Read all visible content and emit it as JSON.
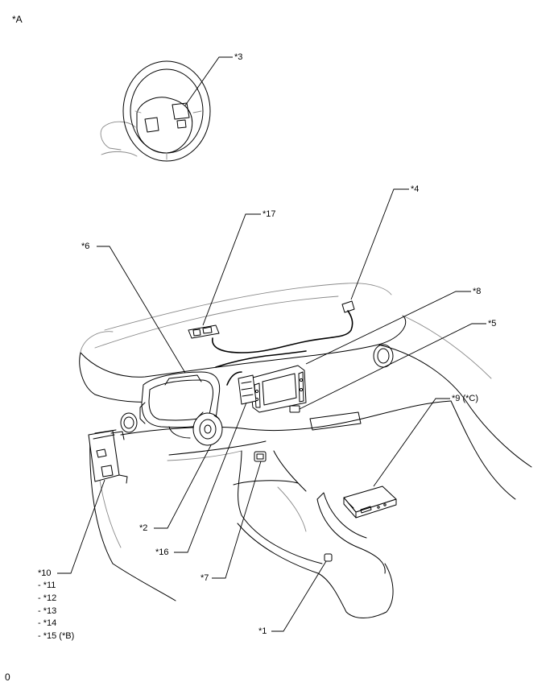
{
  "figure": {
    "view_label": "*A",
    "footer_code": "0",
    "callouts": [
      {
        "id": "c3",
        "text": "*3"
      },
      {
        "id": "c4",
        "text": "*4"
      },
      {
        "id": "c17",
        "text": "*17"
      },
      {
        "id": "c6",
        "text": "*6"
      },
      {
        "id": "c8",
        "text": "*8"
      },
      {
        "id": "c5",
        "text": "*5"
      },
      {
        "id": "c9",
        "text": "*9 (*C)"
      },
      {
        "id": "c2",
        "text": "*2"
      },
      {
        "id": "c16",
        "text": "*16"
      },
      {
        "id": "c7",
        "text": "*7"
      },
      {
        "id": "c1",
        "text": "*1"
      },
      {
        "id": "c10",
        "text": "*10"
      }
    ],
    "sub_items": [
      "- *11",
      "- *12",
      "- *13",
      "- *14",
      "- *15 (*B)"
    ]
  }
}
